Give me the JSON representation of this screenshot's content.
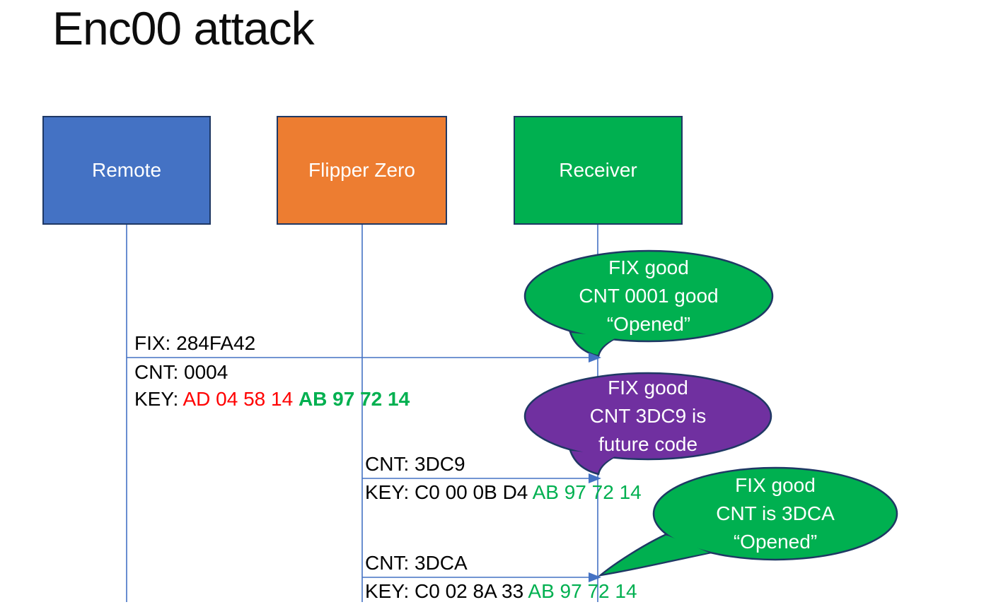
{
  "title": "Enc00 attack",
  "colors": {
    "remote_fill": "#4472C4",
    "flipper_fill": "#ED7D31",
    "receiver_fill": "#00B050",
    "callout_green": "#00B050",
    "callout_purple": "#7030A0",
    "shape_outline": "#1F3864",
    "line_blue": "#4472C4",
    "key_red": "#FF0000",
    "key_green": "#00B050",
    "text_black": "#000000"
  },
  "actors": [
    {
      "label": "Remote"
    },
    {
      "label": "Flipper Zero"
    },
    {
      "label": "Receiver"
    }
  ],
  "messages": [
    {
      "from": "Remote",
      "to": "Receiver",
      "fix_line": "FIX: 284FA42",
      "cnt_line": "CNT: 0004",
      "key_label": "KEY: ",
      "key_part1": "AD 04 58 14 ",
      "key_part1_color": "#FF0000",
      "key_part2": "AB 97 72 14",
      "key_part2_color": "#00B050",
      "key_part2_bold": true
    },
    {
      "from": "Flipper Zero",
      "to": "Receiver",
      "cnt_line": "CNT: 3DC9",
      "key_label": "KEY: C0 00 0B D4 ",
      "key_part2": "AB 97 72 14",
      "key_part2_color": "#00B050",
      "key_part2_bold": false
    },
    {
      "from": "Flipper Zero",
      "to": "Receiver",
      "cnt_line": "CNT: 3DCA",
      "key_label": "KEY: C0 02 8A 33 ",
      "key_part2": "AB 97 72 14",
      "key_part2_color": "#00B050",
      "key_part2_bold": false
    }
  ],
  "callouts": [
    {
      "color": "green",
      "lines": [
        "FIX good",
        "CNT 0001 good",
        "“Opened”"
      ]
    },
    {
      "color": "purple",
      "lines": [
        "FIX good",
        "CNT 3DC9 is",
        "future code"
      ]
    },
    {
      "color": "green",
      "lines": [
        "FIX good",
        "CNT is 3DCA",
        "“Opened”"
      ]
    }
  ]
}
